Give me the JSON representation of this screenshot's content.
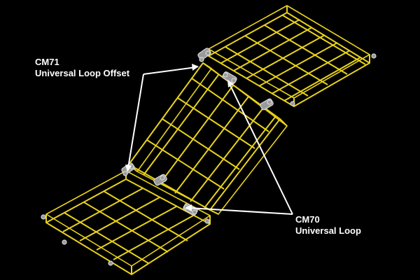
{
  "callouts": {
    "cm71": {
      "code": "CM71",
      "name": "Universal Loop Offset"
    },
    "cm70": {
      "code": "CM70",
      "name": "Universal Loop"
    }
  },
  "colors": {
    "background": "#000000",
    "wire": "#e8d21c",
    "hardware": "#b8b8b8",
    "leader": "#ffffff",
    "text": "#ffffff"
  }
}
